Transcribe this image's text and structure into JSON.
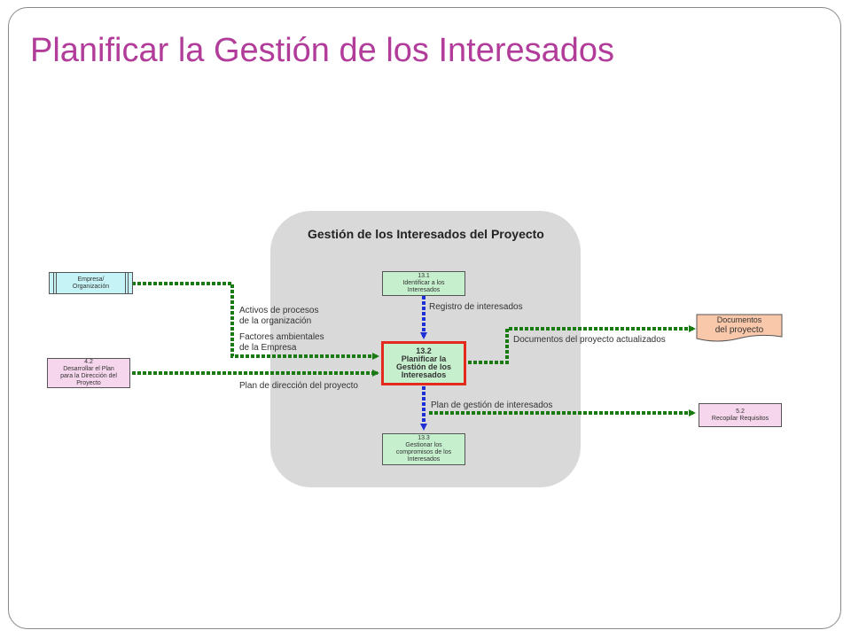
{
  "slide": {
    "title": "Planificar la Gestión de los Interesados"
  },
  "group": {
    "title": "Gestión de los Interesados del Proyecto"
  },
  "nodes": {
    "empresa": {
      "lines": [
        "Empresa/",
        "Organización"
      ]
    },
    "plan_42": {
      "lines": [
        "4.2",
        "Desarrollar el Plan",
        "para la Dirección del",
        "Proyecto"
      ]
    },
    "proc_131": {
      "lines": [
        "13.1",
        "Identificar a los",
        "Interesados"
      ]
    },
    "proc_132": {
      "lines": [
        "13.2",
        "Planificar la",
        "Gestión de los",
        "Interesados"
      ]
    },
    "proc_133": {
      "lines": [
        "13.3",
        "Gestionar los",
        "compromisos de los",
        "Interesados"
      ]
    },
    "docs": {
      "lines": [
        "Documentos",
        "del proyecto"
      ]
    },
    "proc_52": {
      "lines": [
        "5.2",
        "Recopilar Requisitos"
      ]
    }
  },
  "labels": {
    "activos": [
      "Activos de procesos",
      "de la organización"
    ],
    "factores": [
      "Factores ambientales",
      "de la Empresa"
    ],
    "plan_direccion": "Plan de dirección del proyecto",
    "registro": "Registro de interesados",
    "docs_actualizados": "Documentos del proyecto actualizados",
    "plan_gestion": "Plan de gestión de interesados"
  },
  "colors": {
    "title": "#b23c9a",
    "flow_green": "#1a7a12",
    "flow_blue": "#1f2fd6",
    "main_border": "#e32a1d"
  }
}
